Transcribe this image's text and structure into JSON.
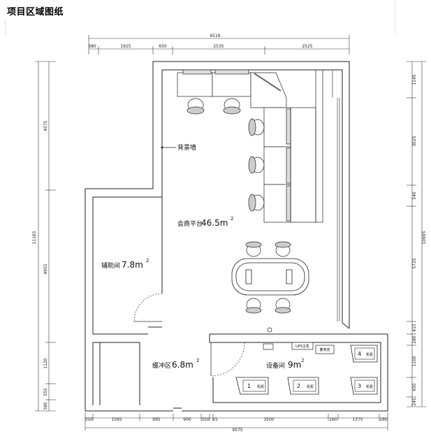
{
  "header": {
    "title": "项目区域图纸"
  },
  "dimensions": {
    "top_total": "6516",
    "top_segments": [
      "380",
      "1925",
      "650",
      "2535",
      "2525"
    ],
    "bottom_total": "9575",
    "bottom_segments": [
      "350",
      "1565",
      "995",
      "900",
      "350",
      "25",
      "3500",
      "260",
      "1375",
      "280"
    ],
    "left_total": "11165",
    "left_segments": [
      "4575",
      "4955",
      "1120",
      "555",
      "380"
    ],
    "right_total": "10695",
    "right_segments": [
      "1145",
      "3025",
      "540",
      "5725",
      "415",
      "280",
      "1100",
      "650",
      "245"
    ]
  },
  "rooms": {
    "meeting": {
      "label": "会商平台",
      "area": "46.5m",
      "sup": "2"
    },
    "aux": {
      "label": "辅助间",
      "area": "7.8m",
      "sup": "2"
    },
    "buffer": {
      "label": "缓冲区",
      "area": "6.8m",
      "sup": "2"
    },
    "equipment": {
      "label": "设备间",
      "area": "9m",
      "sup": "2"
    },
    "backdrop_wall": {
      "label": "背景墙"
    }
  },
  "equipment": {
    "ups_label": "UPS主机",
    "battery_label": "蓄电池",
    "racks": [
      {
        "num": "1",
        "label": "机柜"
      },
      {
        "num": "2",
        "label": "机柜"
      },
      {
        "num": "3",
        "label": "机柜"
      },
      {
        "num": "4",
        "label": "机柜"
      }
    ]
  }
}
